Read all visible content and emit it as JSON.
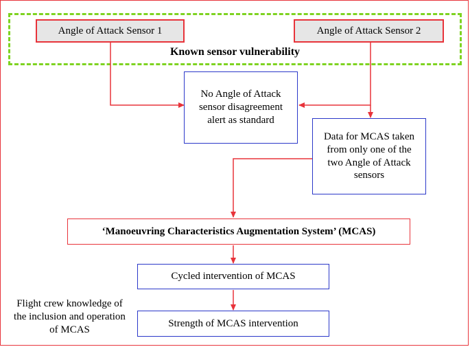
{
  "sensors": {
    "left": "Angle of Attack Sensor 1",
    "right": "Angle of Attack Sensor 2",
    "group_label": "Known sensor vulnerability"
  },
  "boxes": {
    "no_alert": "No Angle of Attack sensor disagreement alert as standard",
    "single_source": "Data for MCAS taken from only one of the two Angle of Attack sensors",
    "mcas": "‘Manoeuvring Characteristics Augmentation System’ (MCAS)",
    "cycled": "Cycled intervention of MCAS",
    "strength": "Strength of MCAS intervention"
  },
  "side_note": "Flight crew knowledge of the inclusion and operation of MCAS",
  "colors": {
    "border_red": "#e8333a",
    "border_blue": "#2a37c9",
    "dash_green": "#7ed321",
    "sensor_fill": "#e6e6e6"
  }
}
